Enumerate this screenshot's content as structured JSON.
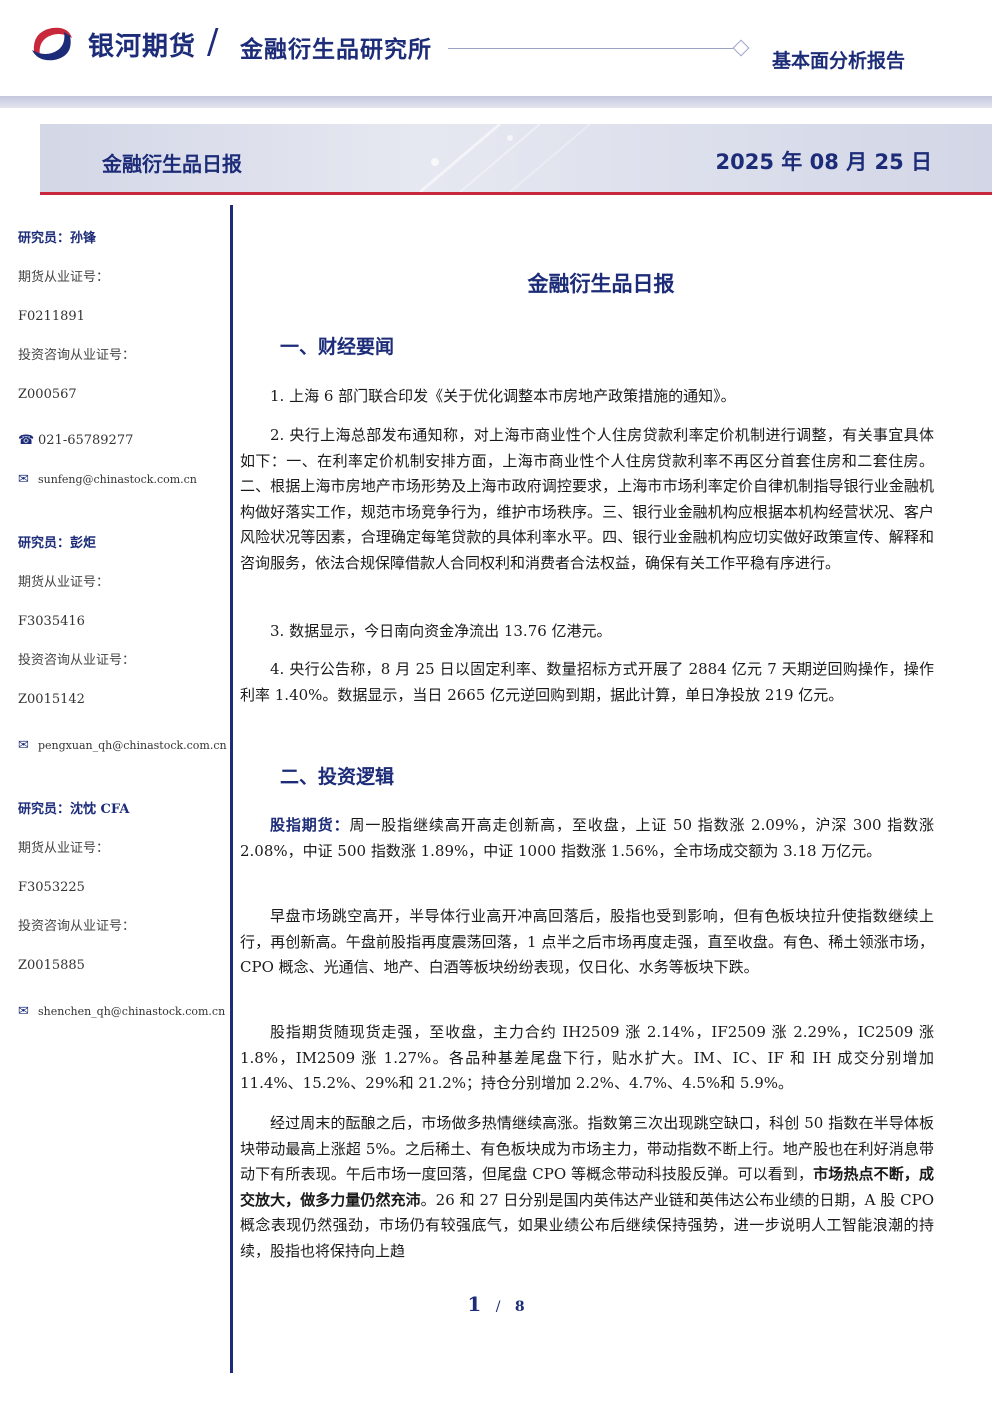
{
  "header": {
    "brand": "银河期货",
    "slash": "/",
    "institute": "金融衍生品研究所",
    "report_type": "基本面分析报告",
    "brand_colors": {
      "navy": "#1c2c78",
      "red": "#c8283b"
    }
  },
  "banner": {
    "title": "金融衍生品日报",
    "date": "2025 年 08 月 25 日"
  },
  "researchers": [
    {
      "name": "研究员：孙锋",
      "futures_cert_label": "期货从业证号：",
      "futures_cert": "F0211891",
      "consult_cert_label": "投资咨询从业证号：",
      "consult_cert": "Z000567",
      "phone": "021-65789277",
      "email": "sunfeng@chinastock.com.cn"
    },
    {
      "name": "研究员：彭炬",
      "futures_cert_label": "期货从业证号：",
      "futures_cert": "F3035416",
      "consult_cert_label": "投资咨询从业证号：",
      "consult_cert": "Z0015142",
      "email": "pengxuan_qh@chinastock.com.cn"
    },
    {
      "name": "研究员：沈忱 CFA",
      "futures_cert_label": "期货从业证号：",
      "futures_cert": "F3053225",
      "consult_cert_label": "投资咨询从业证号：",
      "consult_cert": "Z0015885",
      "email": "shenchen_qh@chinastock.com.cn"
    }
  ],
  "icons": {
    "phone": "phone-icon",
    "email": "mail-icon",
    "logo": "yinhe-logo-icon"
  },
  "main": {
    "title": "金融衍生品日报",
    "section1": {
      "heading": "一、财经要闻",
      "items": [
        "1. 上海 6 部门联合印发《关于优化调整本市房地产政策措施的通知》。",
        "2. 央行上海总部发布通知称，对上海市商业性个人住房贷款利率定价机制进行调整，有关事宜具体如下：一、在利率定价机制安排方面，上海市商业性个人住房贷款利率不再区分首套住房和二套住房。二、根据上海市房地产市场形势及上海市政府调控要求，上海市市场利率定价自律机制指导银行业金融机构做好落实工作，规范市场竞争行为，维护市场秩序。三、银行业金融机构应根据本机构经营状况、客户风险状况等因素，合理确定每笔贷款的具体利率水平。四、银行业金融机构应切实做好政策宣传、解释和咨询服务，依法合规保障借款人合同权利和消费者合法权益，确保有关工作平稳有序进行。",
        "3. 数据显示，今日南向资金净流出 13.76 亿港元。",
        "4. 央行公告称，8 月 25 日以固定利率、数量招标方式开展了 2884 亿元 7 天期逆回购操作，操作利率 1.40%。数据显示，当日 2665 亿元逆回购到期，据此计算，单日净投放 219 亿元。"
      ]
    },
    "section2": {
      "heading": "二、投资逻辑",
      "p1_lead": "股指期货：",
      "p1_text": "周一股指继续高开高走创新高，至收盘，上证 50 指数涨 2.09%，沪深 300 指数涨 2.08%，中证 500 指数涨 1.89%，中证 1000 指数涨 1.56%，全市场成交额为 3.18 万亿元。",
      "p2": "早盘市场跳空高开，半导体行业高开冲高回落后，股指也受到影响，但有色板块拉升使指数继续上行，再创新高。午盘前股指再度震荡回落，1 点半之后市场再度走强，直至收盘。有色、稀土领涨市场，CPO 概念、光通信、地产、白酒等板块纷纷表现，仅日化、水务等板块下跌。",
      "p3": "股指期货随现货走强，至收盘，主力合约 IH2509 涨 2.14%，IF2509 涨 2.29%，IC2509 涨 1.8%，IM2509 涨 1.27%。各品种基差尾盘下行，贴水扩大。IM、IC、IF 和 IH 成交分别增加 11.4%、15.2%、29%和 21.2%；持仓分别增加 2.2%、4.7%、4.5%和 5.9%。",
      "p4_a": "经过周末的酝酿之后，市场做多热情继续高涨。指数第三次出现跳空缺口，科创 50 指数在半导体板块带动最高上涨超 5%。之后稀土、有色板块成为市场主力，带动指数不断上行。地产股也在利好消息带动下有所表现。午后市场一度回落，但尾盘 CPO 等概念带动科技股反弹。可以看到，",
      "p4_bold": "市场热点不断，成交放大，做多力量仍然充沛",
      "p4_b": "。26 和 27 日分别是国内英伟达产业链和英伟达公布业绩的日期，A 股 CPO 概念表现仍然强劲，市场仍有较强底气，如果业绩公布后继续保持强势，进一步说明人工智能浪潮的持续，股指也将保持向上趋"
    }
  },
  "pager": {
    "current": "1",
    "separator": "/",
    "total": "8"
  }
}
